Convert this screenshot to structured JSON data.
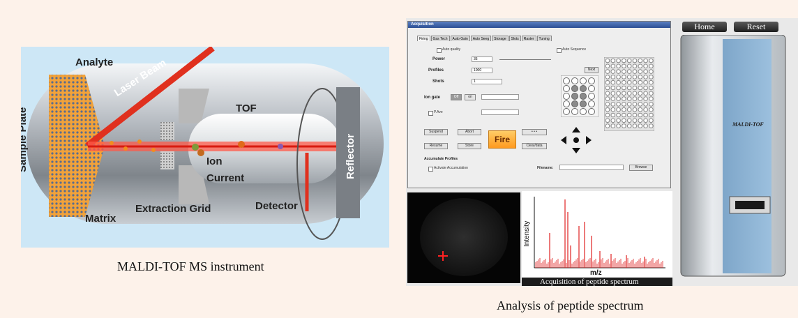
{
  "left_figure": {
    "caption": "MALDI-TOF MS instrument",
    "labels": {
      "analyte": "Analyte",
      "laser_beam": "Laser Beam",
      "tof": "TOF",
      "sample_plate": "Sample Plate",
      "ion": "Ion",
      "current": "Current",
      "reflector": "Reflector",
      "matrix": "Matrix",
      "extraction_grid": "Extraction Grid",
      "detector": "Detector"
    }
  },
  "right_figure": {
    "caption": "Analysis of peptide spectrum",
    "home_button": "Home",
    "reset_button": "Reset",
    "machine_label": "MALDI-TOF",
    "acquisition": {
      "title": "Acquisition",
      "tabs": [
        "Firing",
        "Gas Tech",
        "Auto Gain",
        "Auto Seeg",
        "Storage",
        "Slots",
        "Raster",
        "Tuning"
      ],
      "auto_quality": "Auto quality",
      "auto_sequence": "Auto Sequence",
      "power_label": "Power",
      "power_value": "35",
      "profiles_label": "Profiles",
      "profiles_value": "1000",
      "shots_label": "Shots",
      "shots_value": "1",
      "ion_gate_label": "Ion gate",
      "ion_gate_off": "Off",
      "ion_gate_on": "on",
      "p_ave_label": "P.Ave",
      "suspend": "Suspend",
      "abort": "Abort",
      "resume": "Resume",
      "store": "Store",
      "fire": "Fire",
      "dots": "• • •",
      "clear": "Clear/data",
      "accumulate_profiles": "Accumulate Profiles",
      "activate_accumulation": "Activate Accumulation",
      "filename_label": "Filename:",
      "browse": "Browse",
      "grid_button": "Next"
    },
    "spectrum": {
      "ylabel": "Intensity",
      "xlabel": "m/z",
      "footer": "Acquisition of peptide spectrum"
    }
  },
  "colors": {
    "background": "#fdf2ea",
    "laser": "#e0301e",
    "panel_blue": "#cfe6f5",
    "spectrum_red": "#e02020",
    "fire_orange": "#ff9a1f"
  }
}
